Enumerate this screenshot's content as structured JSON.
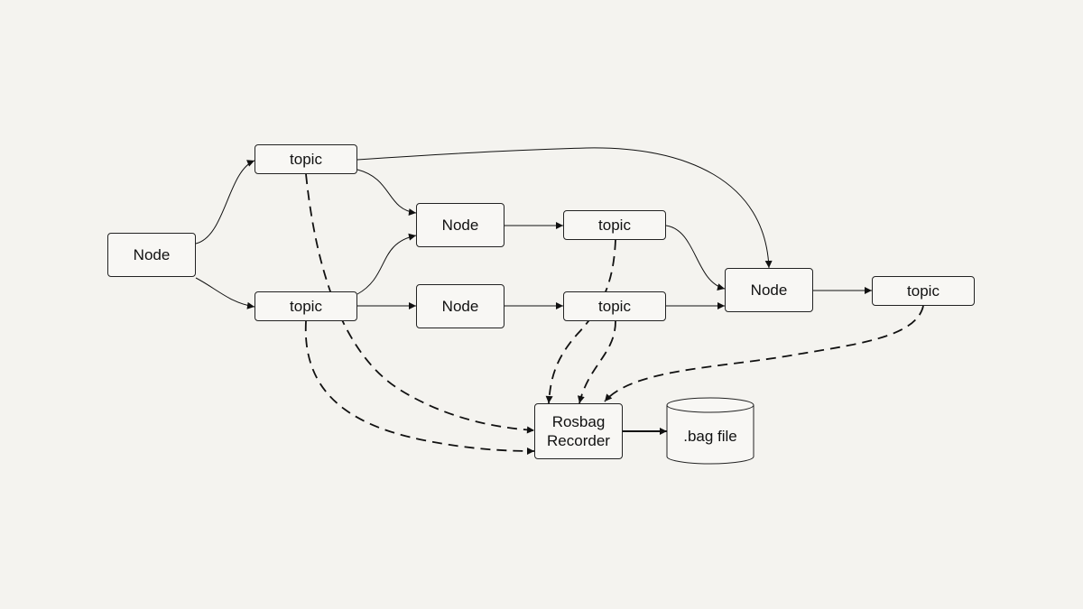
{
  "nodes": {
    "source_node": "Node",
    "topic_a": "topic",
    "topic_b": "topic",
    "node_mid_top": "Node",
    "node_mid_bottom": "Node",
    "topic_c": "topic",
    "topic_d": "topic",
    "node_right": "Node",
    "topic_e": "topic",
    "recorder_line1": "Rosbag",
    "recorder_line2": "Recorder",
    "bag_file": ".bag file"
  },
  "colors": {
    "background": "#f4f3ef",
    "stroke": "#111111",
    "box_fill": "#f8f7f4"
  }
}
